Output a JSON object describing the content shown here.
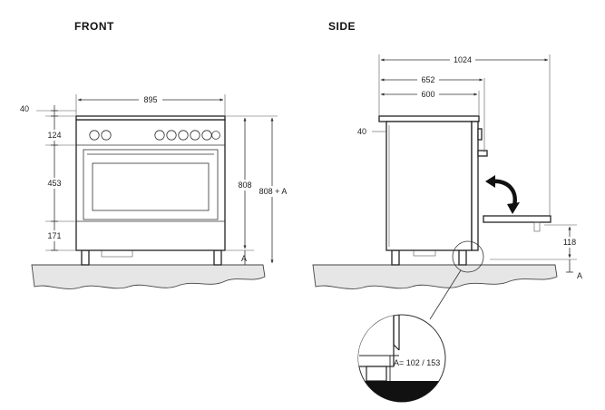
{
  "views": {
    "front": {
      "title": "FRONT"
    },
    "side": {
      "title": "SIDE"
    }
  },
  "dimensions": {
    "front_width": "895",
    "front_top_offset": "40",
    "front_panel_height": "124",
    "front_oven_height": "453",
    "front_base_height": "171",
    "front_body_height": "808",
    "front_total_height": "808 + A",
    "front_foot_marker": "A",
    "side_total_depth": "1024",
    "side_depth_with_handle": "652",
    "side_body_depth": "600",
    "side_top_offset": "40",
    "side_door_height": "118",
    "side_foot_marker": "A"
  },
  "detail": {
    "note": "A= 102 / 153"
  }
}
